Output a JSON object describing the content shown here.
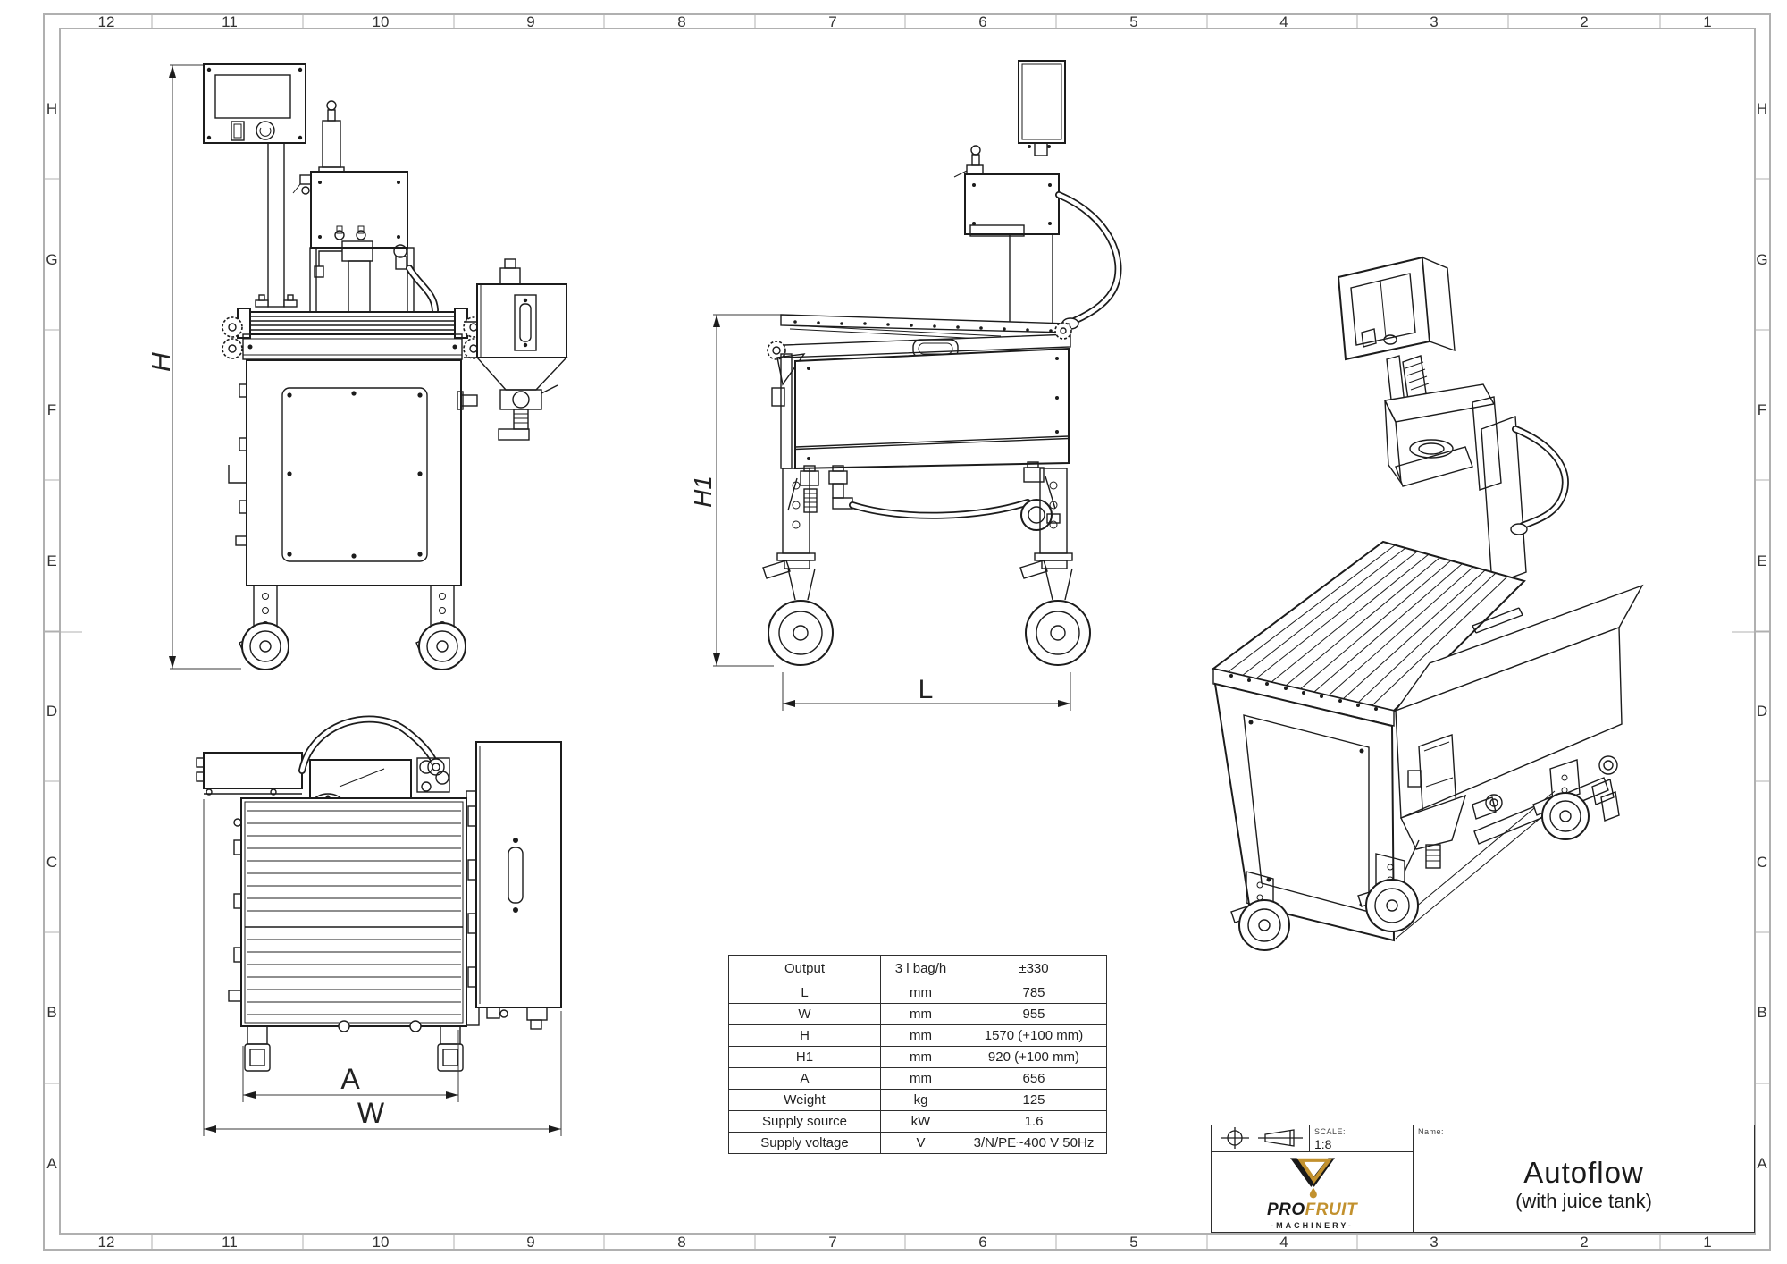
{
  "sheet": {
    "background": "#ffffff",
    "frame_color": "#b0b0b0",
    "line_color": "#1c1c1c",
    "accent_gold": "#c2912e"
  },
  "border": {
    "columns": [
      "12",
      "11",
      "10",
      "9",
      "8",
      "7",
      "6",
      "5",
      "4",
      "3",
      "2",
      "1"
    ],
    "rows": [
      "H",
      "G",
      "F",
      "E",
      "D",
      "C",
      "B",
      "A"
    ]
  },
  "dimensions": {
    "front_height": "H",
    "side_height": "H1",
    "side_length": "L",
    "top_inner_width": "A",
    "top_outer_width": "W"
  },
  "spec_table": {
    "rows": [
      {
        "param": "Output",
        "unit": "3 l bag/h",
        "value": "±330"
      },
      {
        "param": "L",
        "unit": "mm",
        "value": "785"
      },
      {
        "param": "W",
        "unit": "mm",
        "value": "955"
      },
      {
        "param": "H",
        "unit": "mm",
        "value": "1570 (+100 mm)"
      },
      {
        "param": "H1",
        "unit": "mm",
        "value": "920 (+100 mm)"
      },
      {
        "param": "A",
        "unit": "mm",
        "value": "656"
      },
      {
        "param": "Weight",
        "unit": "kg",
        "value": "125"
      },
      {
        "param": "Supply source",
        "unit": "kW",
        "value": "1.6"
      },
      {
        "param": "Supply voltage",
        "unit": "V",
        "value": "3/N/PE~400 V 50Hz"
      }
    ]
  },
  "title_block": {
    "scale_label": "SCALE:",
    "scale_value": "1:8",
    "name_label": "Name:",
    "product_name": "Autoflow",
    "product_subtitle": "(with juice tank)",
    "brand_pro": "PRO",
    "brand_fruit": "FRUIT",
    "brand_machinery": "-MACHINERY-"
  }
}
